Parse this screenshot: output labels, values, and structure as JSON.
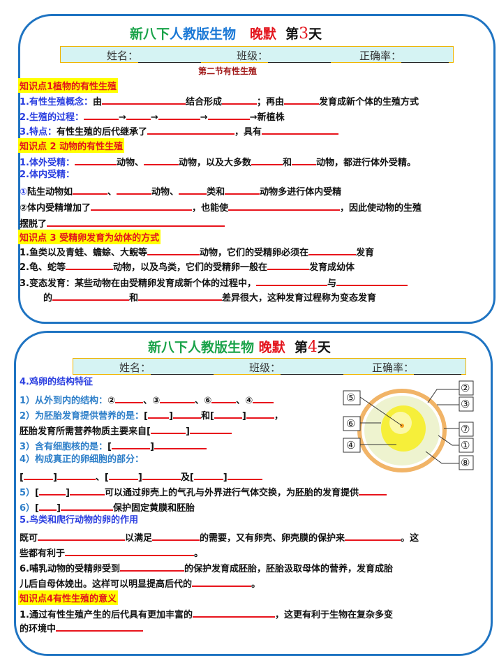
{
  "sheet3": {
    "title": {
      "part1": "新八下",
      "part2": "人教版",
      "part3": "生物",
      "part4": "晚默",
      "part5": "第",
      "day": "3",
      "part6": "天"
    },
    "info": {
      "name": "姓名：",
      "class": "班级：",
      "accuracy": "正确率："
    },
    "section": "第二节有性生殖",
    "kp1": "知识点1植物的有性生殖",
    "kp2": "知识点 2 动物的有性生殖",
    "kp3": "知识点 3 受精卵发育为幼体的方式",
    "lines": [
      {
        "label": "1.有性生殖概念：",
        "segs": [
          "由",
          "结合形成",
          "；再由",
          "发育成新个体的生殖方式"
        ]
      },
      {
        "label": "2.生殖的过程：",
        "segs": [
          "",
          "→",
          "→",
          "→",
          "→新植株"
        ]
      },
      {
        "label": "3.特点：",
        "segs": [
          "有性生殖的后代继承了",
          "，具有",
          ""
        ]
      },
      {
        "label": "1.体外受精：",
        "segs": [
          "",
          "动物、",
          "动物，以及大多数",
          "和",
          "动物，都进行体外受精。"
        ]
      },
      {
        "label": "2.体内受精：",
        "segs": []
      },
      {
        "label": "①",
        "segs": [
          "陆生动物如",
          "、",
          "动物、",
          "类和",
          "动物多进行体内受精"
        ]
      },
      {
        "label": "",
        "segs": [
          "②体内受精增加了",
          "，也能使",
          "，因此使动物的生殖"
        ]
      },
      {
        "label": "",
        "segs": [
          "摆脱了",
          ""
        ]
      },
      {
        "label": "",
        "segs": [
          "1.鱼类以及青蛙、蟾蜍、大鲵等",
          "动物，它们的受精卵必须在",
          "发育"
        ]
      },
      {
        "label": "",
        "segs": [
          "2.龟、蛇等",
          "动物，以及鸟类，它们的受精卵一般在",
          "发育成幼体"
        ]
      },
      {
        "label": "",
        "segs": [
          "3.变态发育：某些动物在由受精卵发育成新个体的过程中，",
          "与",
          ""
        ]
      },
      {
        "label": "",
        "segs": [
          "的",
          "和",
          "差异很大，这种发育过程称为变态发育"
        ]
      }
    ]
  },
  "sheet4": {
    "title": {
      "part1": "新八下人教版生物",
      "part4": "晚默",
      "part5": "第",
      "day": "4",
      "part6": "天"
    },
    "info": {
      "name": "姓名：",
      "class": "班级：",
      "accuracy": "正确率："
    },
    "kp4": "知识点4有性生殖的意义",
    "lines": [
      {
        "label": "4.鸡卵的结构特征",
        "style": "lbl",
        "segs": []
      },
      {
        "label": "1）从外到内的结构：",
        "style": "lbl2",
        "segs": [
          "②",
          "、③",
          "、⑥",
          "、④",
          ""
        ]
      },
      {
        "label": "2）为胚胎发育提供营养的是：",
        "style": "lbl2",
        "segs": [
          "[",
          "]",
          "和[",
          "]",
          "，"
        ]
      },
      {
        "label": "",
        "segs": [
          "胚胎发育所需营养物质主要来自[",
          "]",
          ""
        ]
      },
      {
        "label": "3）含有细胞核的是：",
        "style": "lbl2",
        "segs": [
          "[",
          "]",
          ""
        ]
      },
      {
        "label": "4）构成真正的卵细胞的部分：",
        "style": "lbl2",
        "segs": []
      },
      {
        "label": "",
        "segs": [
          "[",
          "]",
          "、[",
          "]",
          "及[",
          "]",
          ""
        ]
      },
      {
        "label": "5）",
        "style": "lbl2",
        "segs": [
          "[",
          "]",
          "可以通过卵壳上的气孔与外界进行气体交换，为胚胎的发育提供",
          ""
        ]
      },
      {
        "label": "6）",
        "style": "lbl2",
        "segs": [
          "[",
          "]",
          "保护固定黄膜和胚胎"
        ]
      },
      {
        "label": "5.鸟类和爬行动物的卵的作用",
        "style": "lbl",
        "segs": []
      },
      {
        "label": "",
        "segs": [
          "既可",
          "以满足",
          "的需要，又有卵壳、卵壳膜的保护来",
          "。这"
        ]
      },
      {
        "label": "",
        "segs": [
          "些都有利于",
          "。"
        ]
      },
      {
        "label": "",
        "segs": [
          "6.哺乳动物的受精卵受到",
          "的保护发育成胚胎，胚胎汲取母体的营养，发育成胎"
        ]
      },
      {
        "label": "",
        "segs": [
          "儿后自母体娩出。这样可以明显提高后代的",
          "。"
        ]
      },
      {
        "label": "",
        "segs": [
          "1.通过有性生殖产生的后代具有更加丰富的",
          "，这更有利于生物在复杂多变"
        ]
      },
      {
        "label": "",
        "segs": [
          "的环境中",
          ""
        ]
      }
    ],
    "egg_labels": {
      "l2": "②",
      "l3": "③",
      "l5": "⑤",
      "l6": "⑥",
      "l7": "⑦",
      "l1": "①",
      "l4": "④",
      "l8": "⑧"
    }
  }
}
